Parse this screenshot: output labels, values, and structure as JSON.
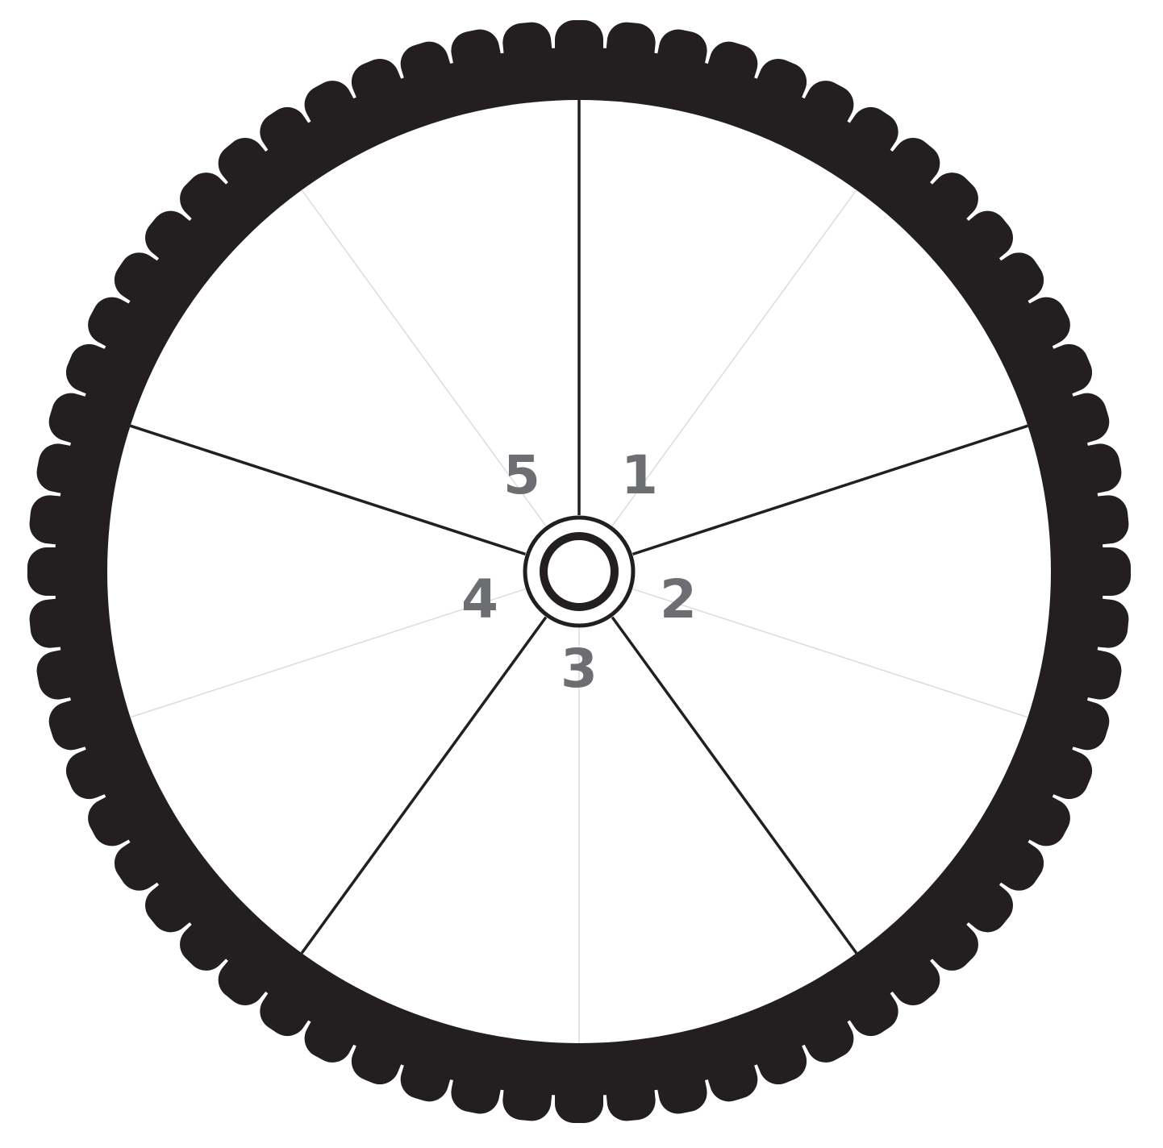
{
  "wheel": {
    "sector_labels": [
      {
        "id": "1",
        "text": "1"
      },
      {
        "id": "2",
        "text": "2"
      },
      {
        "id": "3",
        "text": "3"
      },
      {
        "id": "4",
        "text": "4"
      },
      {
        "id": "5",
        "text": "5"
      }
    ],
    "sector_count": 5,
    "colors": {
      "tire": "#231f20",
      "rim_fill": "#ffffff",
      "main_spoke": "#231f20",
      "divider_spoke": "#dcdcdc",
      "label_text": "#6d6e71",
      "hub": "#231f20"
    }
  }
}
